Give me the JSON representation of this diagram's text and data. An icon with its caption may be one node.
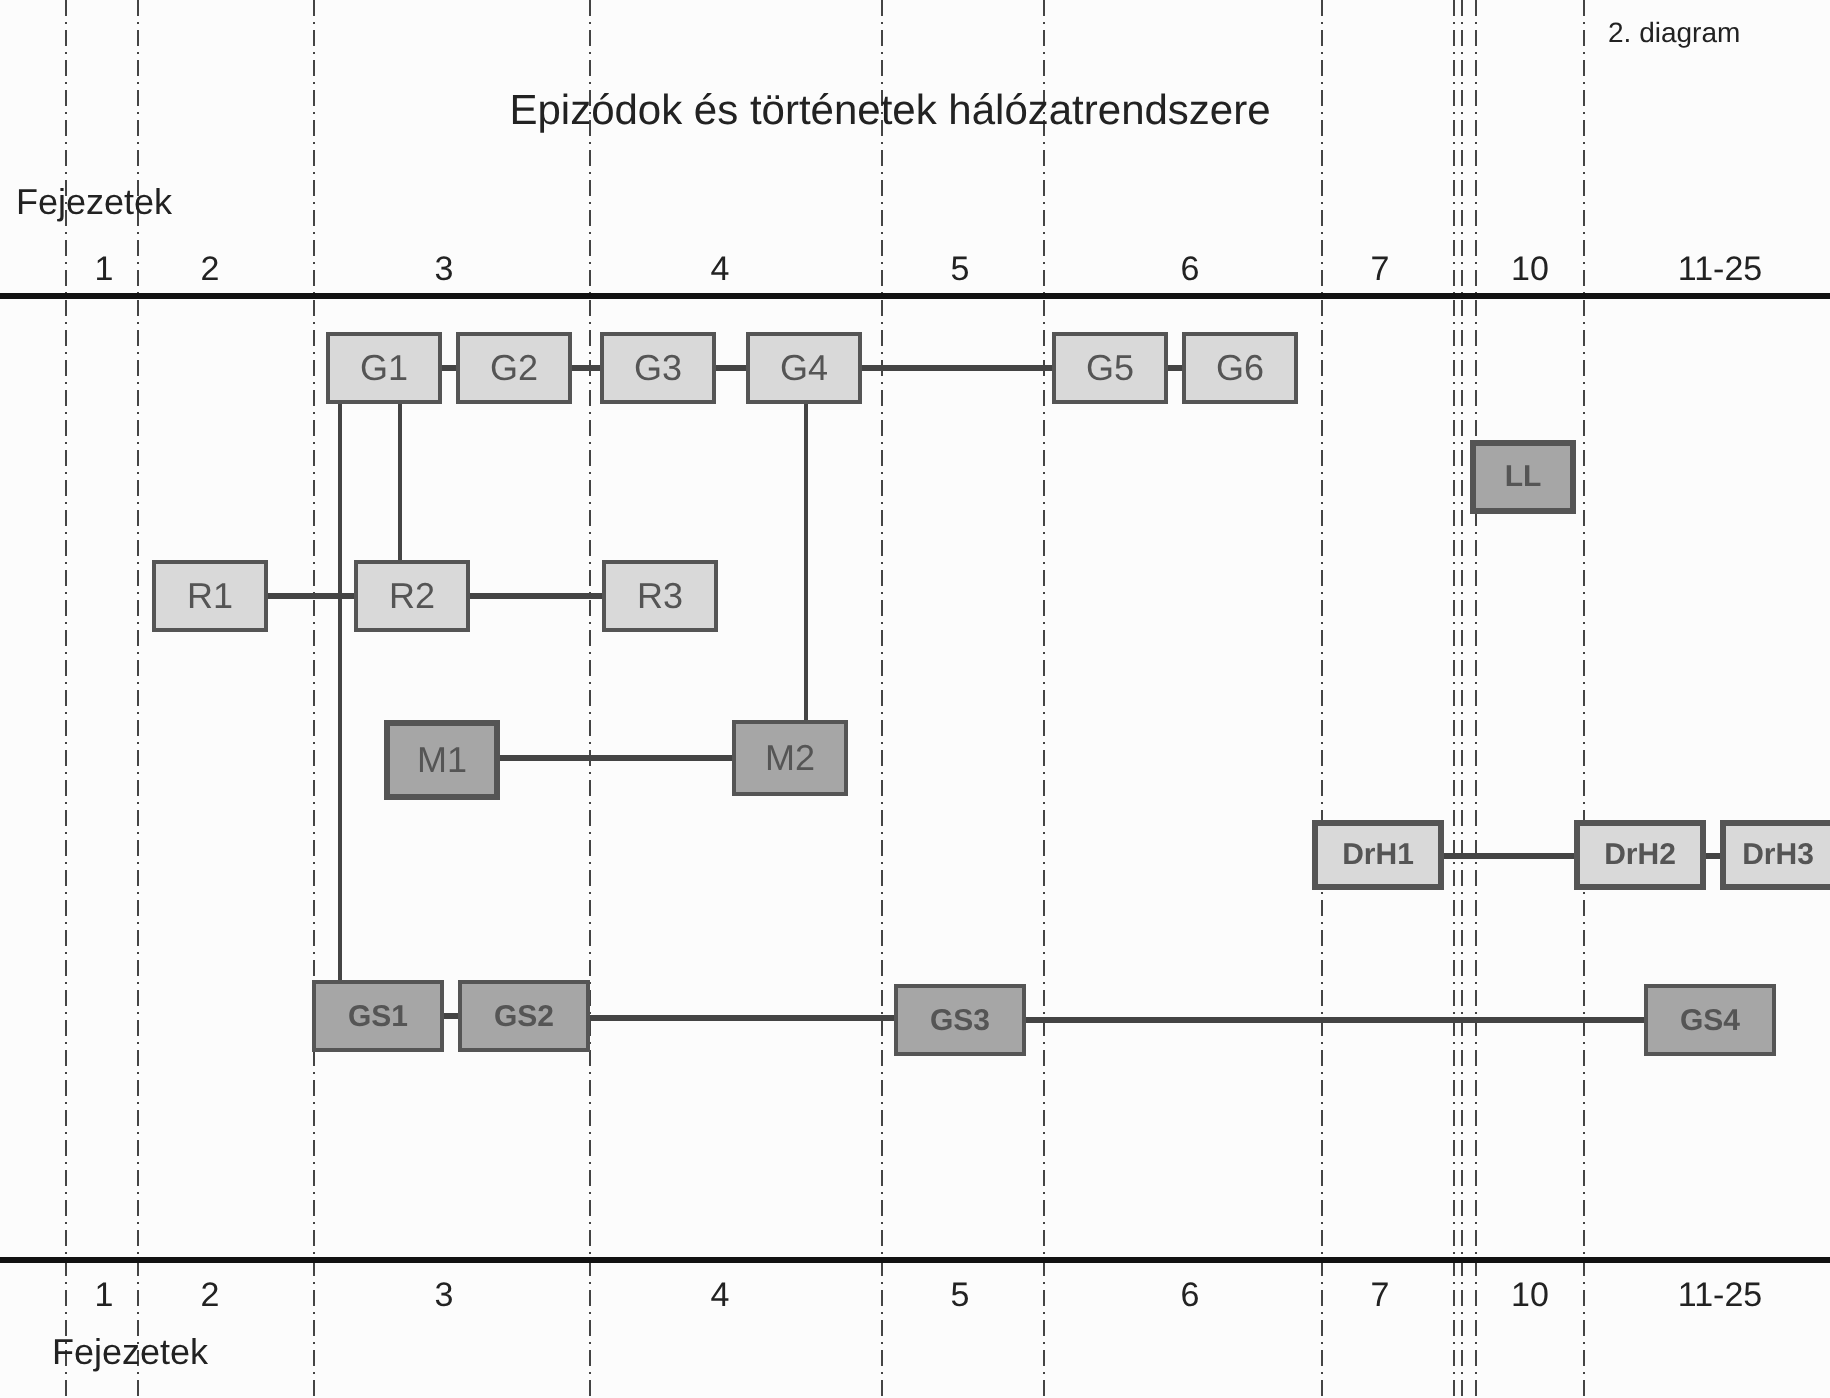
{
  "diagram": {
    "title": "Epizódok és történetek hálózatrendszere",
    "nodes": [
      {
        "text": [
          "G1"
        ]
      },
      {
        "text": [
          "G2"
        ]
      },
      {
        "text": [
          "G3"
        ]
      },
      {
        "text": [
          "G4"
        ]
      },
      {
        "text": [
          "G5"
        ]
      },
      {
        "text": [
          "G6"
        ]
      },
      {
        "text": [
          "LL"
        ]
      },
      {
        "text": [
          "R1"
        ]
      },
      {
        "text": [
          "R2"
        ]
      },
      {
        "text": [
          "R3"
        ]
      },
      {
        "text": [
          "M1"
        ]
      },
      {
        "text": [
          "M2"
        ]
      },
      {
        "text": [
          "DrH1"
        ]
      },
      {
        "text": [
          "DrH2"
        ]
      },
      {
        "text": [
          "DrH3"
        ]
      },
      {
        "text": [
          "GS1"
        ]
      },
      {
        "text": [
          "GS2"
        ]
      },
      {
        "text": [
          "GS3"
        ]
      },
      {
        "text": [
          "GS4"
        ]
      }
    ],
    "edges": [
      {
        "from": 0,
        "to": 1,
        "arrow": "none"
      },
      {
        "from": 1,
        "to": 2,
        "arrow": "none"
      },
      {
        "from": 2,
        "to": 3,
        "arrow": "none"
      },
      {
        "from": 3,
        "to": 4,
        "arrow": "none"
      },
      {
        "from": 4,
        "to": 5,
        "arrow": "none"
      },
      {
        "from": 0,
        "to": 8,
        "arrow": "none"
      },
      {
        "from": 0,
        "to": 15,
        "arrow": "none"
      },
      {
        "from": 3,
        "to": 11,
        "arrow": "none"
      },
      {
        "from": 7,
        "to": 8,
        "arrow": "none"
      },
      {
        "from": 8,
        "to": 9,
        "arrow": "none"
      },
      {
        "from": 10,
        "to": 11,
        "arrow": "none"
      },
      {
        "from": 12,
        "to": 13,
        "arrow": "none"
      },
      {
        "from": 13,
        "to": 14,
        "arrow": "none"
      },
      {
        "from": 15,
        "to": 16,
        "arrow": "none"
      },
      {
        "from": 16,
        "to": 17,
        "arrow": "none"
      },
      {
        "from": 17,
        "to": 18,
        "arrow": "none"
      }
    ],
    "labels": [
      "2. diagram",
      "Fejezetek",
      "1",
      "2",
      "3",
      "4",
      "5",
      "6",
      "7",
      "10",
      "11-25",
      "1",
      "2",
      "3",
      "4",
      "5",
      "6",
      "7",
      "10",
      "11-25",
      "Fejezetek"
    ]
  }
}
